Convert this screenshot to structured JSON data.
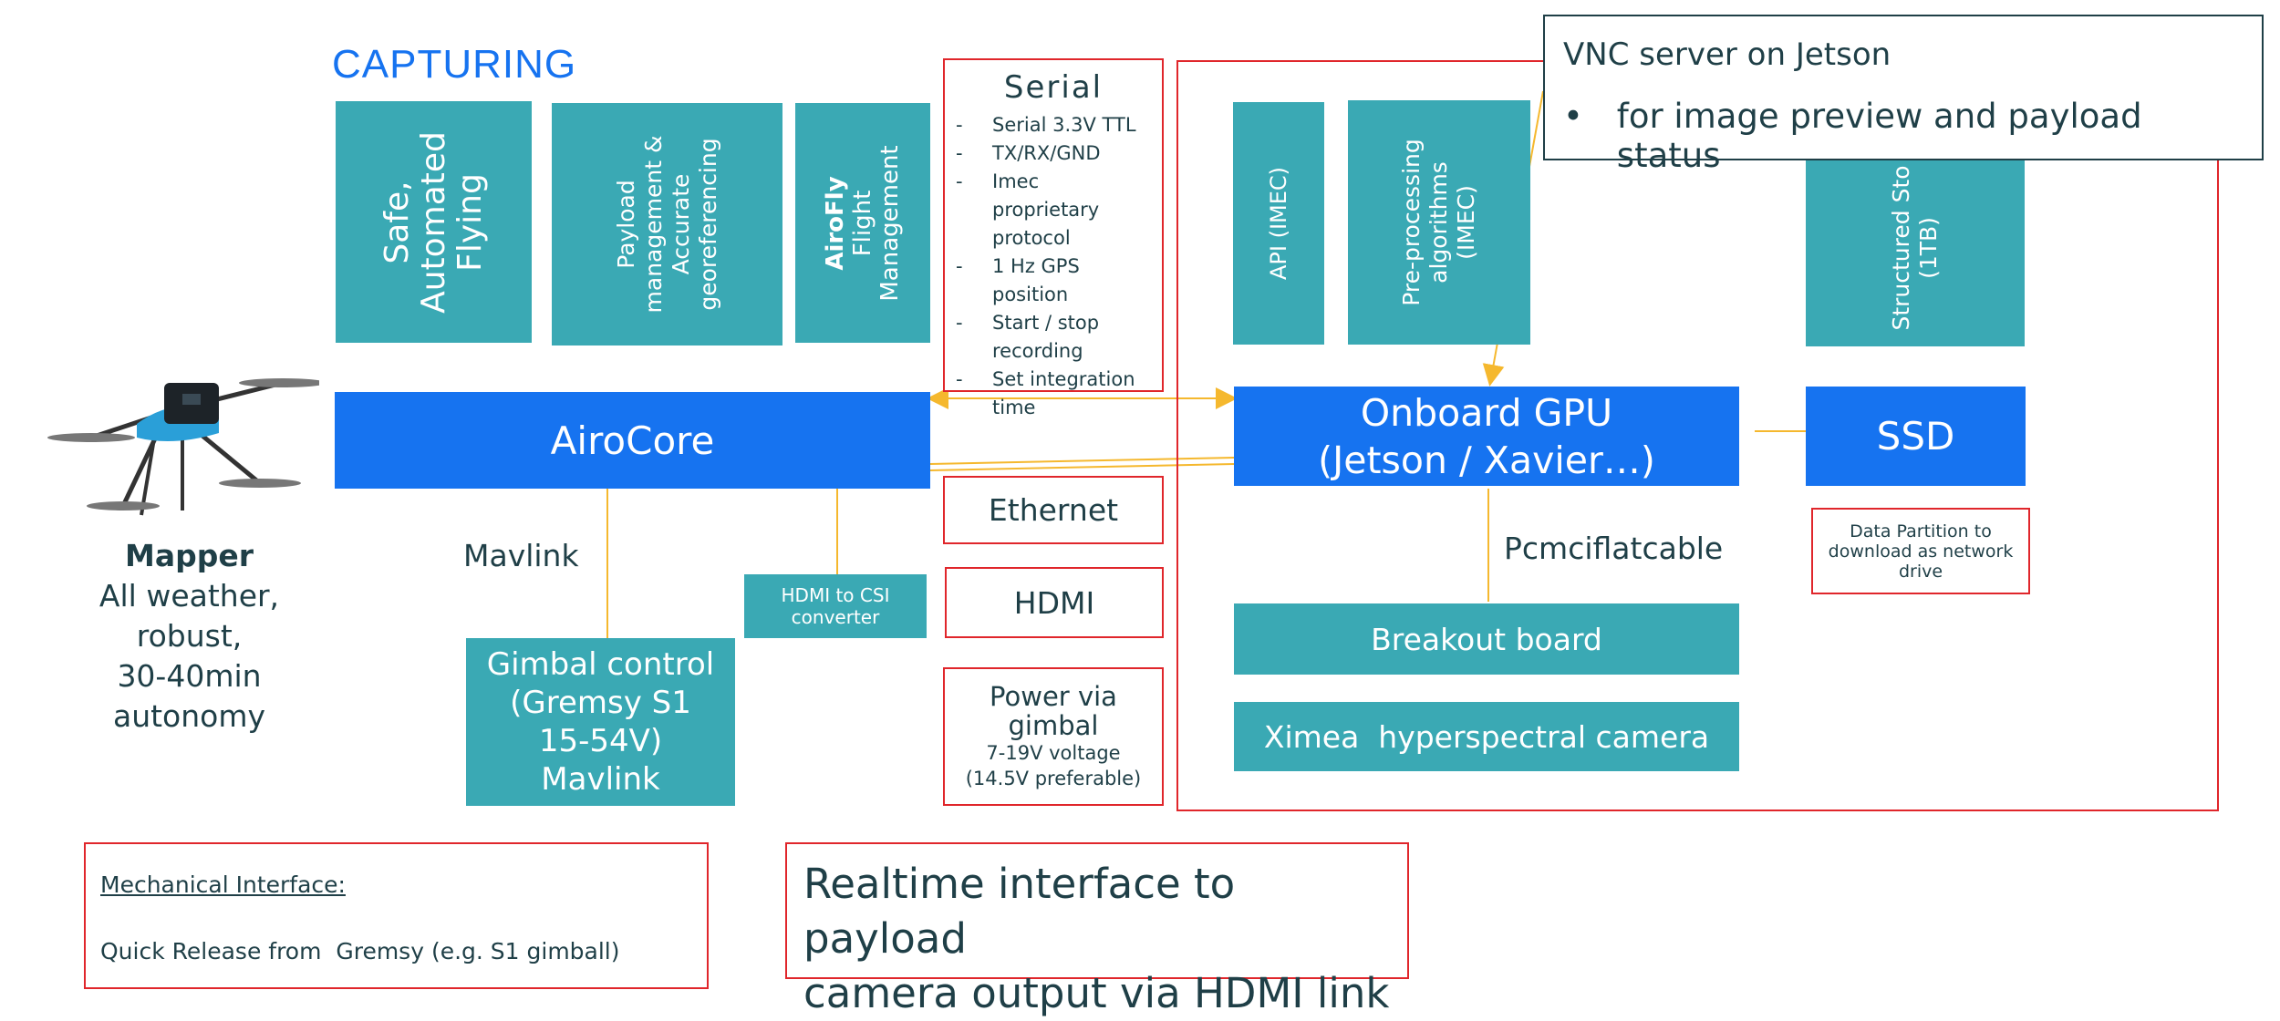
{
  "capturing_title": "CAPTURING",
  "capture_blocks": {
    "safe_flying": [
      "Safe,",
      "Automated",
      "Flying"
    ],
    "payload_mgmt": [
      "Payload",
      "management &",
      "Accurate",
      "georeferencing"
    ],
    "airofly": [
      "AiroFly",
      "Flight",
      "Management"
    ]
  },
  "airocore": "AiroCore",
  "drone": {
    "name": "Mapper",
    "desc": [
      "All weather,",
      "robust,",
      "30-40min",
      "autonomy"
    ]
  },
  "mavlink_label": "Mavlink",
  "hdmi_csi": [
    "HDMI to CSI",
    "converter"
  ],
  "gimbal_control": [
    "Gimbal control",
    "(Gremsy S1",
    "15-54V)",
    "Mavlink"
  ],
  "serial": {
    "title": "Serial",
    "items": [
      "Serial 3.3V TTL",
      "TX/RX/GND",
      "Imec proprietary protocol",
      "1 Hz GPS position",
      "Start / stop recording",
      "Set integration time"
    ]
  },
  "ethernet": "Ethernet",
  "hdmi": "HDMI",
  "power": {
    "title": [
      "Power via",
      "gimbal"
    ],
    "detail": [
      "7-19V voltage",
      "(14.5V preferable)"
    ]
  },
  "api_imec": "API (IMEC)",
  "preprocessing": [
    "Pre-processing",
    "algorithms",
    "(IMEC)"
  ],
  "structured_storage": [
    "Structured Sto",
    "(1TB)"
  ],
  "gpu": [
    "Onboard GPU",
    "(Jetson / Xavier…)"
  ],
  "ssd": "SSD",
  "pcmci_label": "Pcmciflatcable",
  "breakout": "Breakout board",
  "ximea": "Ximea  hyperspectral camera",
  "data_partition": [
    "Data Partition to",
    "download as network",
    "drive"
  ],
  "vnc": {
    "title": "VNC server on Jetson",
    "bullet_symbol": "•",
    "bullet": "for image preview and payload status"
  },
  "mechanical": {
    "title": "Mechanical Interface:",
    "text": "Quick Release from  Gremsy (e.g. S1 gimball)"
  },
  "realtime": [
    "Realtime interface to payload",
    "camera output via HDMI link"
  ],
  "colors": {
    "teal": "#3aa9b4",
    "blue": "#1673f0",
    "red": "#e0262b",
    "wire": "#f5b82e",
    "heading": "#1673f0",
    "dark_text": "#1f3f47"
  }
}
